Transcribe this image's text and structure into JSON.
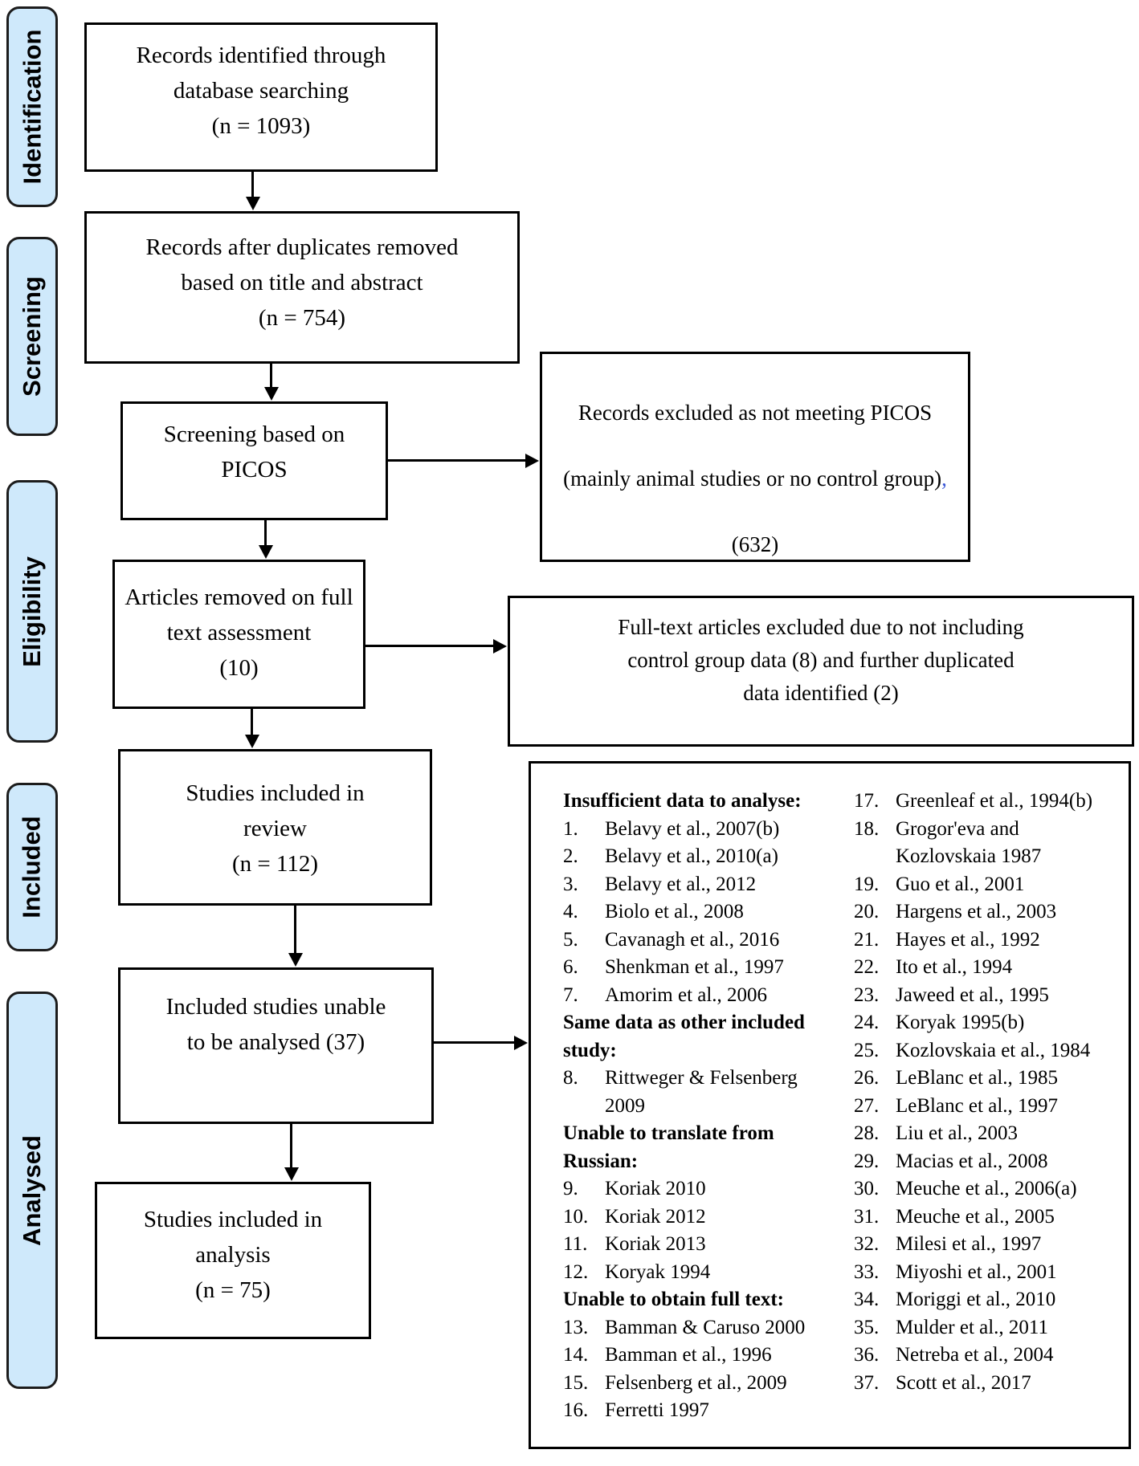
{
  "sidebar": {
    "items": [
      {
        "label": "Identification"
      },
      {
        "label": "Screening"
      },
      {
        "label": "Eligibility"
      },
      {
        "label": "Included"
      },
      {
        "label": "Analysed"
      }
    ]
  },
  "flow_boxes": {
    "records_identified": {
      "text": "Records identified through\ndatabase searching\n(n = 1093)"
    },
    "records_after_duplicates": {
      "text": "Records after duplicates removed\nbased on title and abstract\n(n = 754)"
    },
    "screening_picos": {
      "text": "Screening based on\nPICOS"
    },
    "articles_removed": {
      "text": "Articles removed on full\ntext assessment\n(10)"
    },
    "studies_included_review": {
      "text": "Studies included in\nreview\n(n = 112)"
    },
    "included_unable_analysed": {
      "text": "Included studies unable\nto be analysed (37)"
    },
    "studies_included_analysis": {
      "text": "Studies included in\nanalysis\n(n = 75)"
    }
  },
  "exclusion_boxes": {
    "records_excluded": {
      "lines": [
        "Records excluded as not meeting PICOS",
        "(mainly animal studies or no control group)",
        "(632)"
      ],
      "annotation_mark": ","
    },
    "fulltext_excluded": {
      "text": "Full-text articles excluded due to not including\ncontrol group data (8) and further duplicated\ndata identified (2)"
    }
  },
  "list_box": {
    "left_groups": [
      {
        "header": "Insufficient data to analyse:",
        "items": [
          {
            "num": "1.",
            "text": "Belavy et al., 2007(b)"
          },
          {
            "num": "2.",
            "text": "Belavy et al., 2010(a)"
          },
          {
            "num": "3.",
            "text": "Belavy et al., 2012"
          },
          {
            "num": "4.",
            "text": "Biolo et al., 2008"
          },
          {
            "num": "5.",
            "text": "Cavanagh et al., 2016"
          },
          {
            "num": "6.",
            "text": "Shenkman et al., 1997"
          },
          {
            "num": "7.",
            "text": "Amorim et al., 2006"
          }
        ]
      },
      {
        "header": "Same data as other included\nstudy:",
        "items": [
          {
            "num": "8.",
            "text": "Rittweger & Felsenberg\n2009"
          }
        ]
      },
      {
        "header": "Unable to translate from\nRussian:",
        "items": [
          {
            "num": "9.",
            "text": "Koriak 2010"
          },
          {
            "num": "10.",
            "text": "Koriak 2012"
          },
          {
            "num": "11.",
            "text": "Koriak 2013"
          },
          {
            "num": "12.",
            "text": "Koryak 1994"
          }
        ]
      },
      {
        "header": "Unable to obtain full text:",
        "items": [
          {
            "num": "13.",
            "text": "Bamman & Caruso 2000"
          },
          {
            "num": "14.",
            "text": "Bamman et al., 1996"
          },
          {
            "num": "15.",
            "text": "Felsenberg et al., 2009"
          },
          {
            "num": "16.",
            "text": "Ferretti 1997"
          }
        ]
      }
    ],
    "right_items": [
      {
        "num": "17.",
        "text": "Greenleaf et al., 1994(b)"
      },
      {
        "num": "18.",
        "text": "Grogor'eva and\nKozlovskaia 1987"
      },
      {
        "num": "19.",
        "text": "Guo et al., 2001"
      },
      {
        "num": "20.",
        "text": "Hargens et al., 2003"
      },
      {
        "num": "21.",
        "text": "Hayes et al., 1992"
      },
      {
        "num": "22.",
        "text": "Ito et al., 1994"
      },
      {
        "num": "23.",
        "text": "Jaweed et al., 1995"
      },
      {
        "num": "24.",
        "text": "Koryak 1995(b)"
      },
      {
        "num": "25.",
        "text": "Kozlovskaia et al., 1984"
      },
      {
        "num": "26.",
        "text": "LeBlanc et al., 1985"
      },
      {
        "num": "27.",
        "text": "LeBlanc et al., 1997"
      },
      {
        "num": "28.",
        "text": "Liu et al., 2003"
      },
      {
        "num": "29.",
        "text": "Macias et al., 2008"
      },
      {
        "num": "30.",
        "text": "Meuche et al., 2006(a)"
      },
      {
        "num": "31.",
        "text": "Meuche et al., 2005"
      },
      {
        "num": "32.",
        "text": "Milesi et al., 1997"
      },
      {
        "num": "33.",
        "text": "Miyoshi et al., 2001"
      },
      {
        "num": "34.",
        "text": "Moriggi et al., 2010"
      },
      {
        "num": "35.",
        "text": "Mulder et al., 2011"
      },
      {
        "num": "36.",
        "text": "Netreba et al., 2004"
      },
      {
        "num": "37.",
        "text": "Scott et al., 2017"
      }
    ]
  },
  "colors": {
    "sidebar_fill": "#cfe9fb",
    "border": "#000000",
    "annotation_blue": "#3b57d6"
  }
}
